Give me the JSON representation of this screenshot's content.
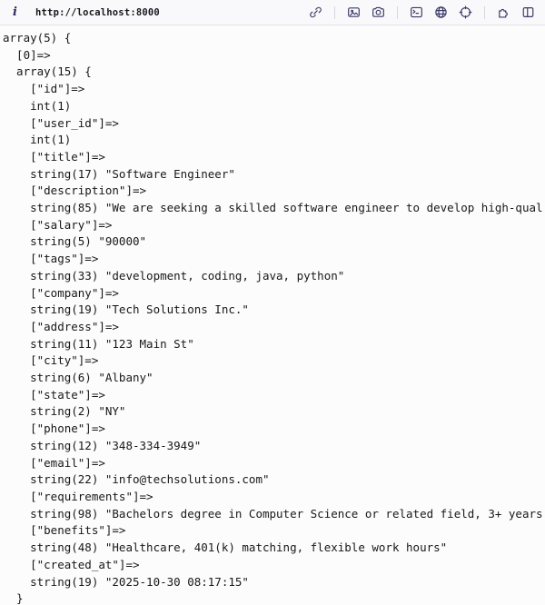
{
  "browser_bar": {
    "info_symbol": "i",
    "url": "http://localhost:8000",
    "icons": [
      "link",
      "image",
      "camera",
      "terminal",
      "globe",
      "crosshair",
      "puzzle",
      "split-panel"
    ]
  },
  "colors": {
    "icon_accent": "#3a3a68",
    "bar_background": "#f9f9fb",
    "bar_border": "#e3e3e9",
    "content_background": "#fcfcfd",
    "dump_text": "#181818"
  },
  "vardump": {
    "lines": [
      "array(5) {",
      "  [0]=>",
      "  array(15) {",
      "    [\"id\"]=>",
      "    int(1)",
      "    [\"user_id\"]=>",
      "    int(1)",
      "    [\"title\"]=>",
      "    string(17) \"Software Engineer\"",
      "    [\"description\"]=>",
      "    string(85) \"We are seeking a skilled software engineer to develop high-qual",
      "    [\"salary\"]=>",
      "    string(5) \"90000\"",
      "    [\"tags\"]=>",
      "    string(33) \"development, coding, java, python\"",
      "    [\"company\"]=>",
      "    string(19) \"Tech Solutions Inc.\"",
      "    [\"address\"]=>",
      "    string(11) \"123 Main St\"",
      "    [\"city\"]=>",
      "    string(6) \"Albany\"",
      "    [\"state\"]=>",
      "    string(2) \"NY\"",
      "    [\"phone\"]=>",
      "    string(12) \"348-334-3949\"",
      "    [\"email\"]=>",
      "    string(22) \"info@techsolutions.com\"",
      "    [\"requirements\"]=>",
      "    string(98) \"Bachelors degree in Computer Science or related field, 3+ years",
      "    [\"benefits\"]=>",
      "    string(48) \"Healthcare, 401(k) matching, flexible work hours\"",
      "    [\"created_at\"]=>",
      "    string(19) \"2025-10-30 08:17:15\"",
      "  }"
    ]
  }
}
